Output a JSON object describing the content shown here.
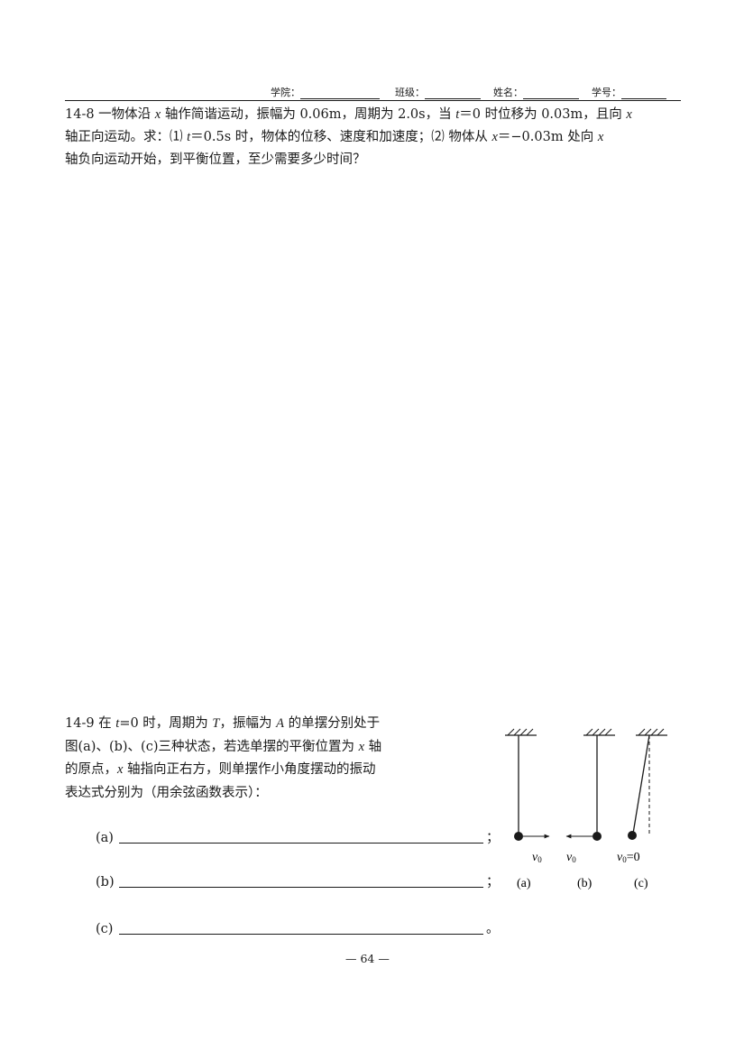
{
  "header": {
    "college": "学院：",
    "class_label": "班级：",
    "name_label": "姓名：",
    "student_id": "学号："
  },
  "q148": {
    "line1": {
      "a": "14-8 一物体沿 ",
      "x1": "x",
      "b": " 轴作简谐运动，振幅为 0.06m，周期为 2.0s，当 ",
      "t": "t",
      "c": "＝0 时位移为 0.03m，且向 ",
      "x2": "x"
    },
    "line2": {
      "a": "轴正向运动。求：⑴ ",
      "t": "t",
      "b": "＝0.5s 时，物体的位移、速度和加速度；⑵ 物体从 ",
      "x1": "x",
      "c": "＝−0.03m 处向 ",
      "x2": "x"
    },
    "line3": "轴负向运动开始，到平衡位置，至少需要多少时间？"
  },
  "q149": {
    "line1": {
      "a": "14-9 在 ",
      "t": "t",
      "b": "=0 时，周期为 ",
      "T": "T",
      "c": "，振幅为 ",
      "A": "A",
      "d": " 的单摆分别处于"
    },
    "line2": {
      "a": "图(a)、(b)、(c)三种状态，若选单摆的平衡位置为 ",
      "x": "x",
      "b": " 轴"
    },
    "line3": {
      "a": "的原点，",
      "x": "x",
      "b": " 轴指向正右方，则单摆作小角度摆动的振动"
    },
    "line4": "表达式分别为（用余弦函数表示）：",
    "answers": [
      {
        "label": "(a)",
        "end": "；"
      },
      {
        "label": "(b)",
        "end": "；"
      },
      {
        "label": "(c)",
        "end": "。"
      }
    ]
  },
  "figure": {
    "v": "v",
    "sub": "0",
    "eq": "=0",
    "labels": [
      "(a)",
      "(b)",
      "(c)"
    ]
  },
  "page_number": "— 64 —"
}
